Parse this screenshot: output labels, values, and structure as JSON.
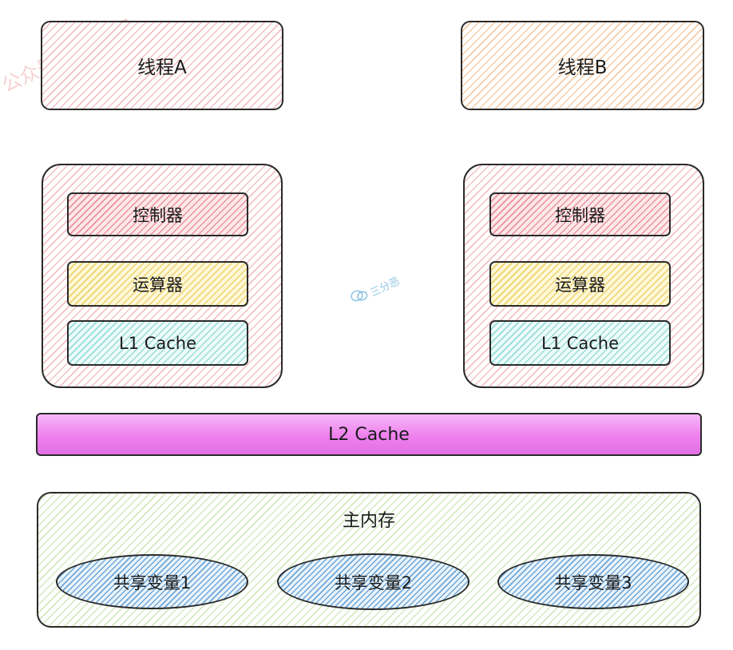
{
  "watermark": {
    "top_left": "公众号【三分恶】",
    "center": "三分恶"
  },
  "threads": [
    {
      "label": "线程A"
    },
    {
      "label": "线程B"
    }
  ],
  "cores": [
    {
      "controller": "控制器",
      "alu": "运算器",
      "l1": "L1 Cache"
    },
    {
      "controller": "控制器",
      "alu": "运算器",
      "l1": "L1 Cache"
    }
  ],
  "l2": {
    "label": "L2 Cache"
  },
  "memory": {
    "label": "主内存",
    "vars": [
      "共享变量1",
      "共享变量2",
      "共享变量3"
    ]
  }
}
